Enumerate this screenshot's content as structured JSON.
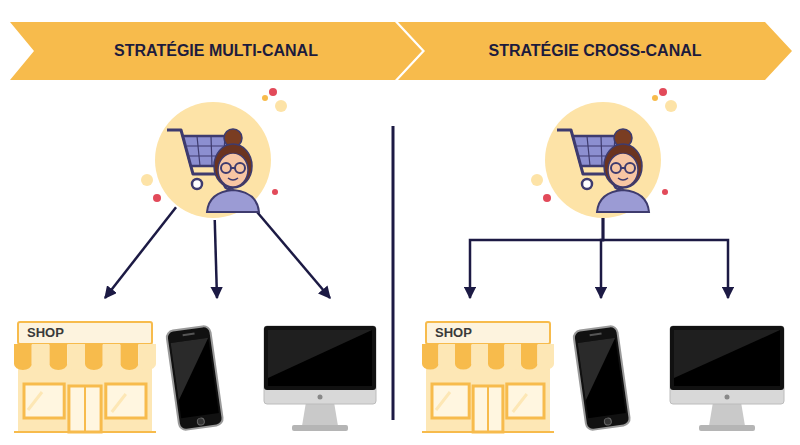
{
  "diagram": {
    "nodes": [
      {
        "text": [
          "STRATÉGIE MULTI-CANAL"
        ]
      },
      {
        "text": [
          "STRATÉGIE CROSS-CANAL"
        ]
      },
      {
        "text": []
      },
      {
        "text": []
      },
      {
        "text": [
          "SHOP"
        ]
      },
      {
        "text": []
      },
      {
        "text": []
      },
      {
        "text": [
          "SHOP"
        ]
      },
      {
        "text": []
      },
      {
        "text": []
      }
    ],
    "edges": [
      {
        "from": 2,
        "to": 4,
        "arrow": "to"
      },
      {
        "from": 2,
        "to": 5,
        "arrow": "to"
      },
      {
        "from": 2,
        "to": 6,
        "arrow": "to"
      },
      {
        "from": 3,
        "to": 7,
        "arrow": "to"
      },
      {
        "from": 3,
        "to": 8,
        "arrow": "to"
      },
      {
        "from": 3,
        "to": 9,
        "arrow": "to"
      }
    ]
  }
}
